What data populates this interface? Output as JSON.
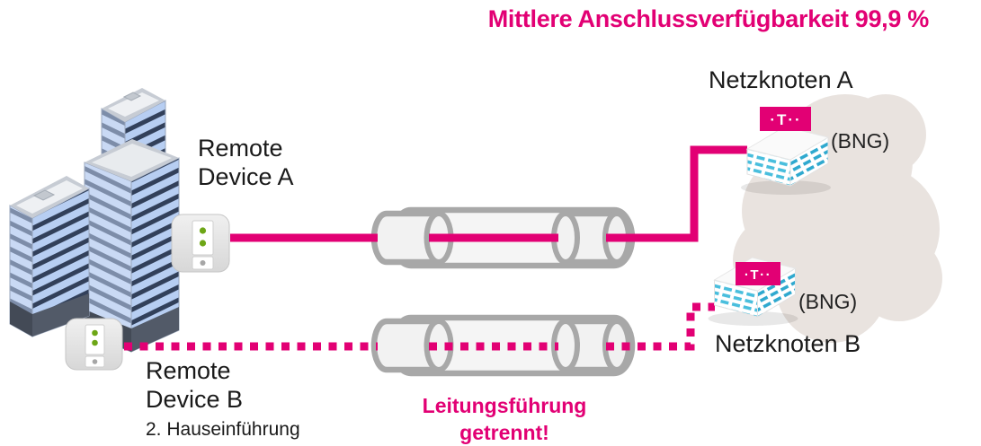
{
  "title": "Mittlere Anschlussverfügbarkeit 99,9 %",
  "network_nodes": {
    "a": {
      "name": "Netzknoten A",
      "type_label": "(BNG)"
    },
    "b": {
      "name": "Netzknoten B",
      "type_label": "(BNG)"
    }
  },
  "remote_devices": {
    "a": {
      "label": "Remote Device A"
    },
    "b": {
      "label": "Remote Device B",
      "note": "2. Hauseinführung"
    }
  },
  "annotations": {
    "routing_note": "Leitungsführung getrennt!"
  },
  "branding": {
    "telekom_logo": "·T··"
  },
  "colors": {
    "magenta": "#E20074",
    "cloud_gray": "#E9E3DF",
    "conduit_gray": "#A8A8A8",
    "building_blue": "#B7CEF2",
    "building_stripe": "#32405A",
    "server_cyan": "#2FB0D6",
    "led_green": "#6DA616",
    "text_dark": "#1A1A1A"
  }
}
